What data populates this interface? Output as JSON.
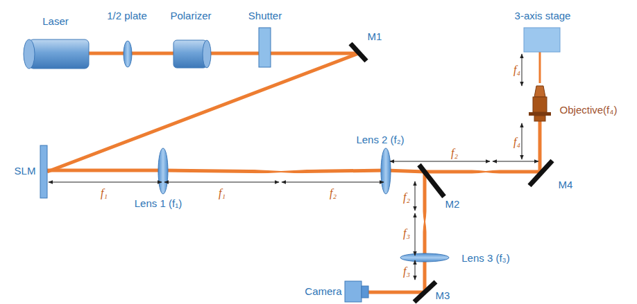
{
  "diagram": {
    "labels": [
      "Laser",
      "1/2 plate",
      "Polarizer",
      "Shutter",
      "M1",
      "3-axis stage",
      "SLM",
      "Lens 2 (f₂)",
      "f₄",
      "Objective(f₄)",
      "f₂",
      "f₄",
      "f₁",
      "Lens 1 (f₁)",
      "f₁",
      "f₂",
      "M2",
      "f₂",
      "M4",
      "f₃",
      "Lens 3 (f₃)",
      "Camera",
      "f₃",
      "M3"
    ]
  }
}
